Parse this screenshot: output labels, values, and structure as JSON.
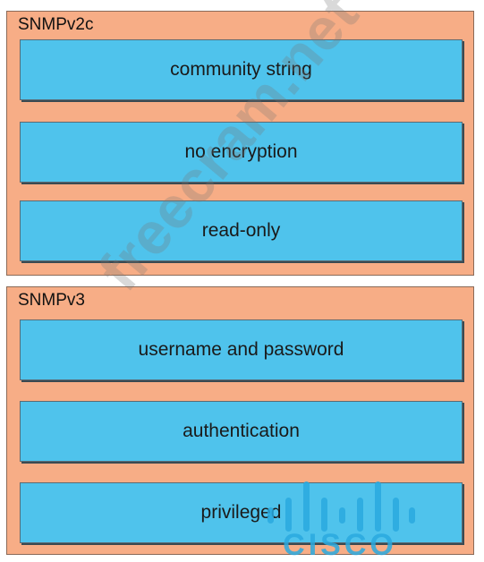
{
  "groups": [
    {
      "title": "SNMPv2c",
      "items": [
        "community string",
        "no encryption",
        "read-only"
      ]
    },
    {
      "title": "SNMPv3",
      "items": [
        "username and password",
        "authentication",
        "privileged"
      ]
    }
  ],
  "watermark": "freecram.net",
  "logo_text": "CISCO",
  "colors": {
    "group_fill": "#f7ad86",
    "item_fill": "#4fc3ec",
    "logo": "#29a9df"
  },
  "icons": [
    "cisco-logo"
  ]
}
